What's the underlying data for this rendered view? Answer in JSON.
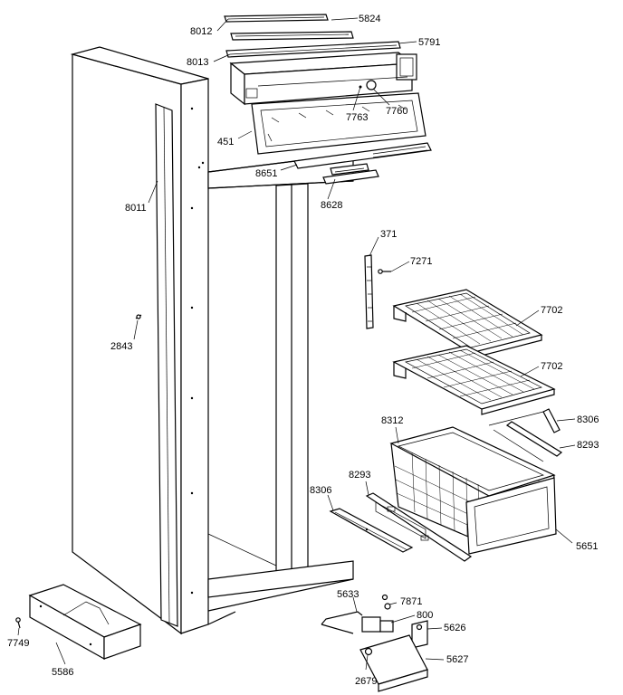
{
  "labels": {
    "p8012": "8012",
    "p5824": "5824",
    "p8013": "8013",
    "p5791": "5791",
    "p7763": "7763",
    "p7760": "7760",
    "p451": "451",
    "p8651": "8651",
    "p8628": "8628",
    "p8011": "8011",
    "p371": "371",
    "p7271": "7271",
    "p7702a": "7702",
    "p7702b": "7702",
    "p2843": "2843",
    "p8312": "8312",
    "p8306a": "8306",
    "p8293a": "8293",
    "p8293b": "8293",
    "p8306b": "8306",
    "p5651": "5651",
    "p5633": "5633",
    "p7871": "7871",
    "p800": "800",
    "p5626": "5626",
    "p5627": "5627",
    "p2679": "2679",
    "p7749": "7749",
    "p5586": "5586"
  }
}
